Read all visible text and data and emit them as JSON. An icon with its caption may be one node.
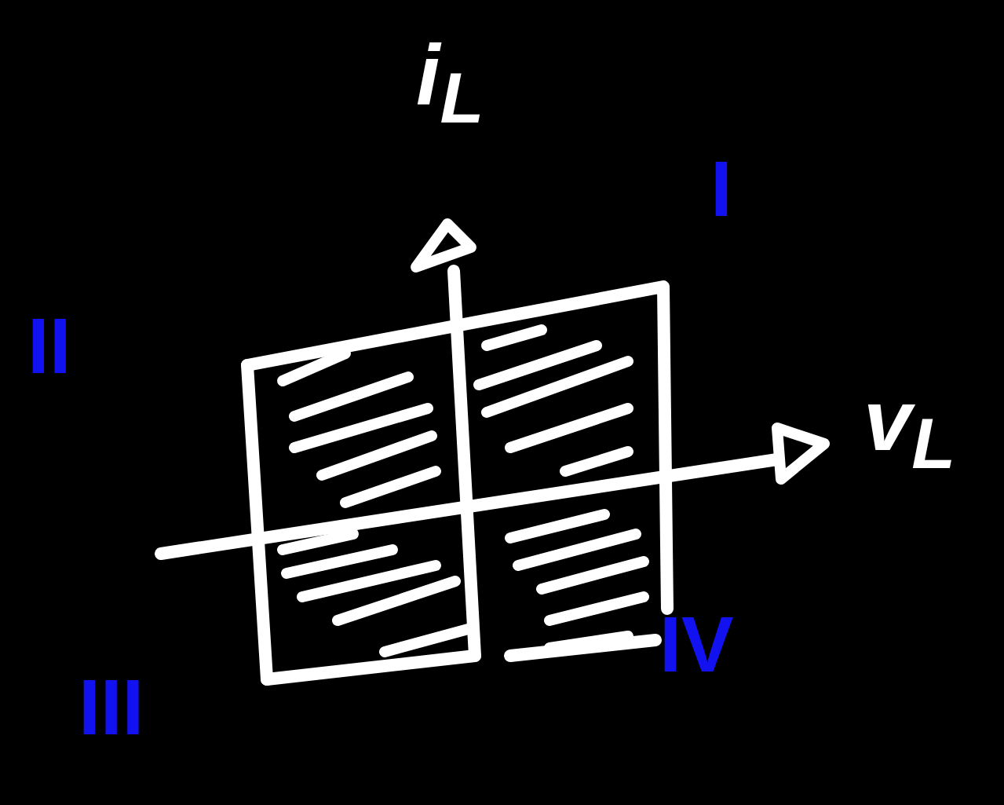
{
  "diagram": {
    "labels": [
      "i$_{L}$",
      "I",
      "II",
      "v$_{L}$",
      "III",
      "IV"
    ]
  }
}
